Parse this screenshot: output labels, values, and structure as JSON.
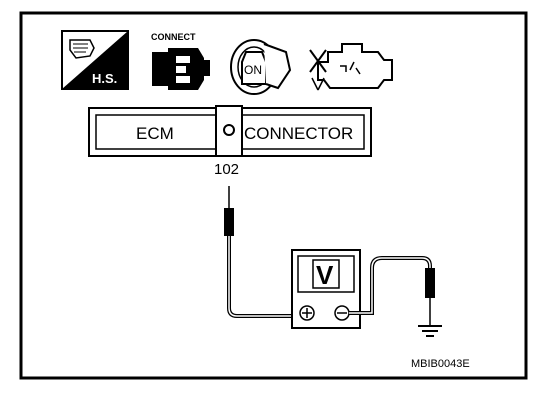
{
  "icons": {
    "hs_label": "H.S.",
    "connect_label": "CONNECT",
    "ignition_label": "ON"
  },
  "connector": {
    "left_label": "ECM",
    "right_label": "CONNECTOR",
    "terminal": "102"
  },
  "meter": {
    "label": "V",
    "plus_symbol": "⊕",
    "minus_symbol": "⊖"
  },
  "figure_code": "MBIB0043E"
}
